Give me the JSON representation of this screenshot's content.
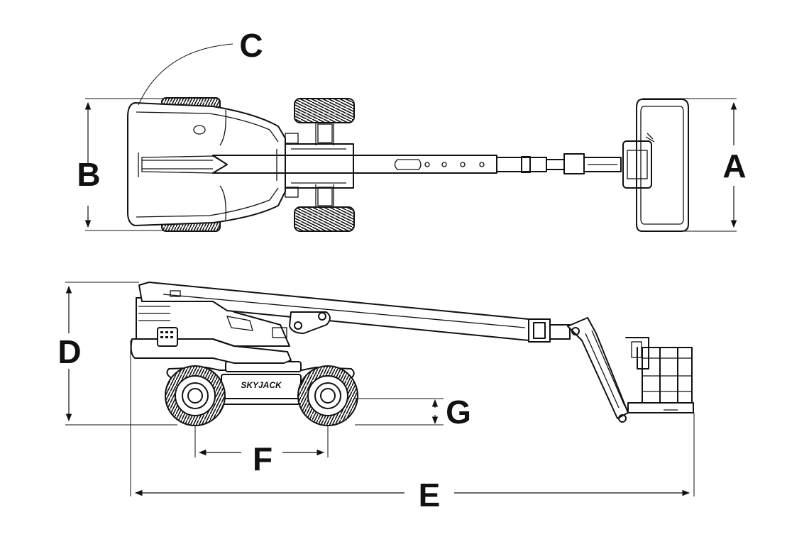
{
  "labels": {
    "a": "A",
    "b": "B",
    "c": "C",
    "d": "D",
    "e": "E",
    "f": "F",
    "g": "G"
  },
  "brand": "SKYJACK",
  "colors": {
    "line": "#111111",
    "background": "#ffffff"
  }
}
